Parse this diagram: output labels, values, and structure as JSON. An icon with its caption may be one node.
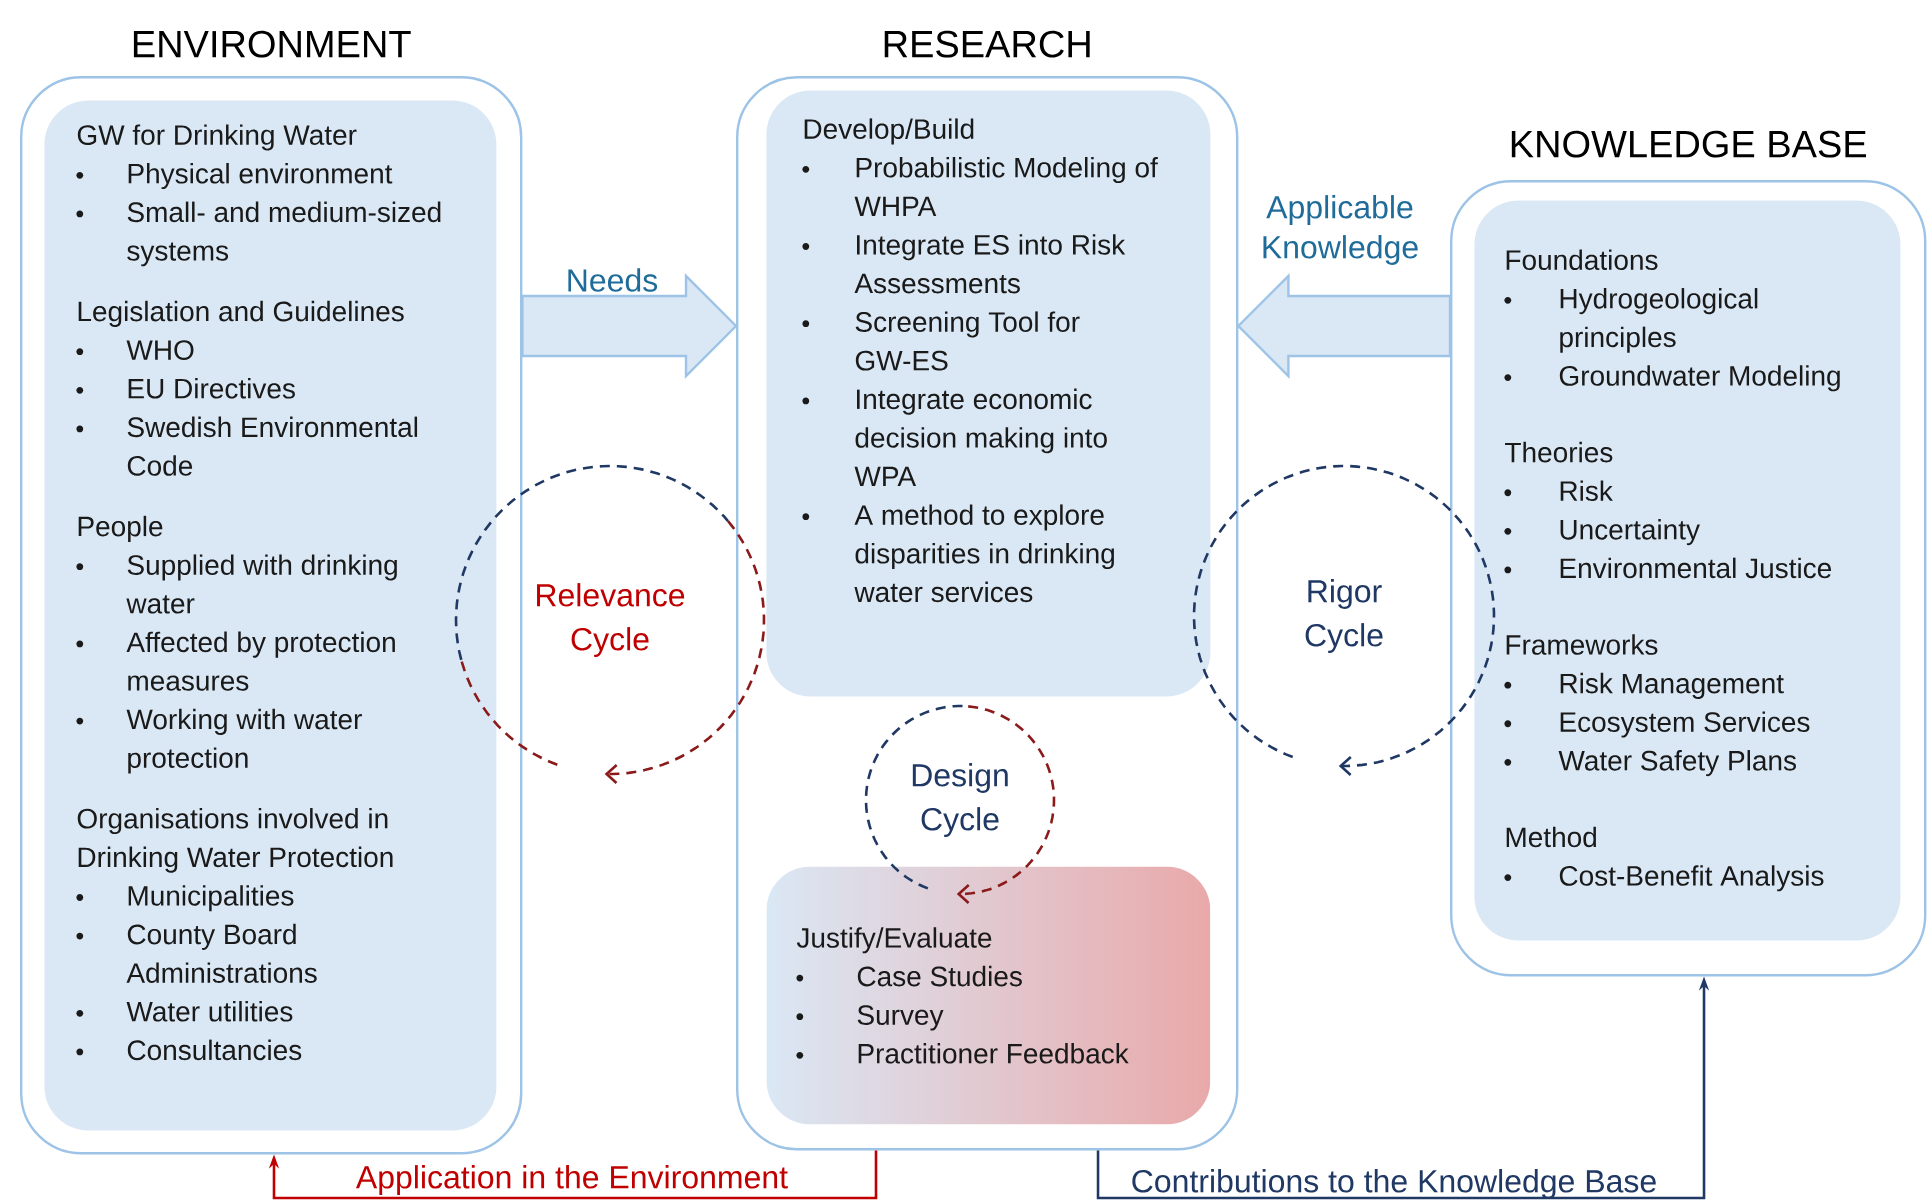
{
  "diagram": {
    "nodes": [
      {
        "text": [
          "ENVIRONMENT"
        ]
      },
      {
        "text": [
          "GW for Drinking Water",
          "Physical environment",
          "Small- and medium-sized systems",
          "Legislation and Guidelines",
          "WHO",
          "EU Directives",
          "Swedish Environmental Code",
          "People",
          "Supplied with drinking water",
          "Affected by protection measures",
          "Working with water protection",
          "Organisations involved in Drinking Water Protection",
          "Municipalities",
          "County Board Administrations",
          "Water utilities",
          "Consultancies"
        ],
        "in": 0
      },
      {
        "text": [
          "RESEARCH"
        ]
      },
      {
        "text": [
          "Develop/Build",
          "Probabilistic Modeling of WHPA",
          "Integrate ES into Risk Assessments",
          "Screening Tool for GW-ES",
          "Integrate economic decision making into WPA",
          "A method to explore disparities in drinking water services"
        ],
        "in": 2
      },
      {
        "text": [
          "Justify/Evaluate",
          "Case Studies",
          "Survey",
          "Practitioner Feedback"
        ],
        "in": 2
      },
      {
        "text": [
          "KNOWLEDGE BASE"
        ]
      },
      {
        "text": [
          "Foundations",
          "Hydrogeological principles",
          "Groundwater Modeling",
          "Theories",
          "Risk",
          "Uncertainty",
          "Environmental Justice",
          "Frameworks",
          "Risk Management",
          "Ecosystem Services",
          "Water Safety Plans",
          "Method",
          "Cost-Benefit Analysis"
        ],
        "in": 5
      },
      {
        "text": [
          "Relevance Cycle"
        ]
      },
      {
        "text": [
          "Design Cycle"
        ],
        "in": 2
      },
      {
        "text": [
          "Rigor Cycle"
        ]
      }
    ],
    "edges": [
      {
        "from": 0,
        "to": 2,
        "arrow": "to",
        "label": "Needs",
        "style": "thick"
      },
      {
        "from": 5,
        "to": 2,
        "arrow": "to",
        "label": "Applicable Knowledge",
        "style": "thick"
      },
      {
        "from": 2,
        "to": 0,
        "arrow": "to",
        "label": "Application in the Environment",
        "color": "#c00000"
      },
      {
        "from": 2,
        "to": 5,
        "arrow": "to",
        "label": "Contributions to the Knowledge Base",
        "color": "#1f3864"
      }
    ]
  }
}
